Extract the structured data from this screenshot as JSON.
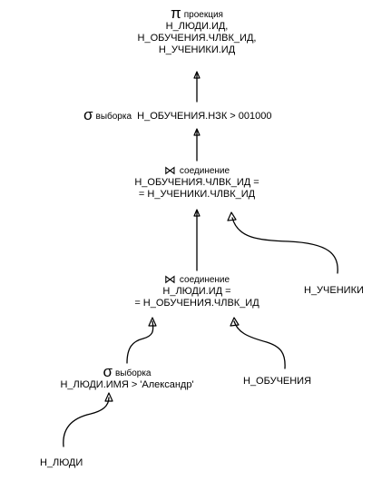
{
  "projection": {
    "symbol": "π",
    "word": "проекция",
    "attrs": [
      "Н_ЛЮДИ.ИД,",
      "Н_ОБУЧЕНИЯ.ЧЛВК_ИД,",
      "Н_УЧЕНИКИ.ИД"
    ]
  },
  "selection_top": {
    "symbol": "σ",
    "word": "выборка",
    "condition": "Н_ОБУЧЕНИЯ.НЗК > 001000"
  },
  "join_top": {
    "symbol": "⋈",
    "word": "соединение",
    "lines": [
      "Н_ОБУЧЕНИЯ.ЧЛВК_ИД =",
      "= Н_УЧЕНИКИ.ЧЛВК_ИД"
    ]
  },
  "join_bottom": {
    "symbol": "⋈",
    "word": "соединение",
    "lines": [
      "Н_ЛЮДИ.ИД =",
      "= Н_ОБУЧЕНИЯ.ЧЛВК_ИД"
    ]
  },
  "selection_bottom": {
    "symbol": "σ",
    "word": "выборка",
    "condition": "Н_ЛЮДИ.ИМЯ > 'Александр'"
  },
  "tables": {
    "people": "Н_ЛЮДИ",
    "studies": "Н_ОБУЧЕНИЯ",
    "students": "Н_УЧЕНИКИ"
  }
}
